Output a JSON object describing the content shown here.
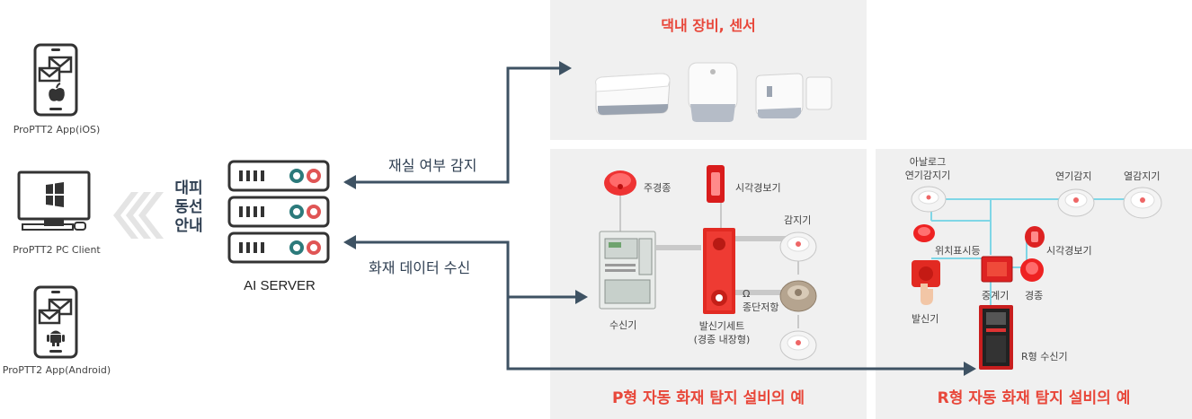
{
  "clients": {
    "ios": "ProPTT2 App(iOS)",
    "pc": "ProPTT2 PC Client",
    "android": "ProPTT2 App(Android)"
  },
  "evacuation": [
    "대피",
    "동선",
    "안내"
  ],
  "server": {
    "label": "AI SERVER"
  },
  "flows": {
    "presence": "재실 여부 감지",
    "fire_data": "화재 데이터 수신"
  },
  "home_panel": {
    "title": "댁내 장비, 센서"
  },
  "p_panel": {
    "title": "P형 자동 화재 탐지 설비의 예",
    "labels": {
      "bell": "주경종",
      "strobe": "시각경보기",
      "detector": "감지기",
      "receiver": "수신기",
      "omega": "Ω",
      "resistor": "종단저항",
      "dispatcher": "발신기세트",
      "dispatcher_sub": "(경종 내장형)"
    }
  },
  "r_panel": {
    "title": "R형 자동 화재 탐지 설비의 예",
    "labels": {
      "analog1": "아날로그",
      "analog2": "연기감지기",
      "smoke": "연기감지",
      "heat": "열감지기",
      "location": "위치표시등",
      "strobe": "시각경보기",
      "dispatcher": "발신기",
      "relay": "중계기",
      "bell": "경종",
      "receiver": "R형 수신기"
    }
  },
  "colors": {
    "accent": "#e8473a",
    "arrow": "#3e5263",
    "panel": "#f0f0f0",
    "wire": "#7fd6e6"
  }
}
